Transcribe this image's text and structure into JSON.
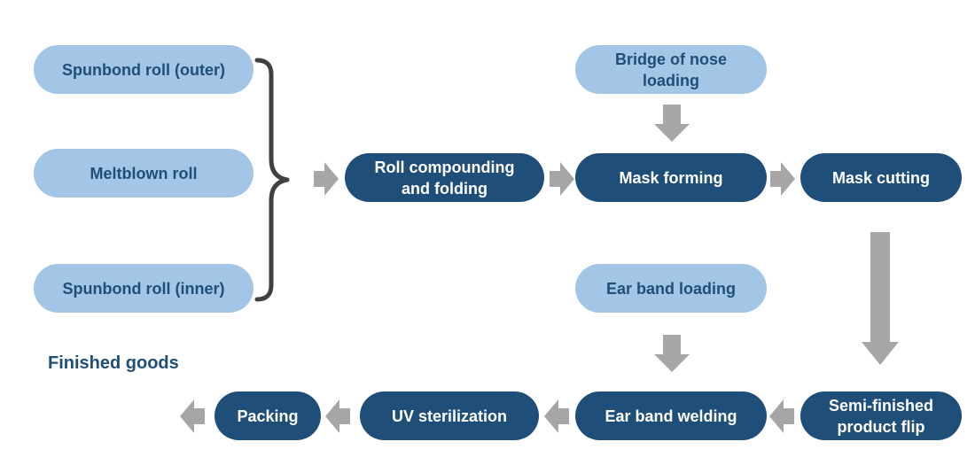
{
  "inputs": {
    "spunbond_outer": "Spunbond roll  (outer)",
    "meltblown": "Meltblown roll",
    "spunbond_inner": "Spunbond roll (inner)",
    "nose_bridge": [
      "Bridge of  nose",
      "loading"
    ],
    "ear_band_loading": "Ear band loading"
  },
  "steps": {
    "roll_compounding": [
      "Roll compounding",
      "and folding"
    ],
    "mask_forming": "Mask forming",
    "mask_cutting": "Mask cutting",
    "flip": [
      "Semi-finished",
      "product flip"
    ],
    "ear_band_welding": "Ear band welding",
    "uv_sterilization": "UV sterilization",
    "packing": "Packing"
  },
  "output_label": "Finished goods",
  "colors": {
    "input_fill": "#a3c6e6",
    "step_fill": "#1f4e79",
    "text_dark": "#1f4e79",
    "arrow": "#a6a6a6",
    "brace": "#404040"
  }
}
